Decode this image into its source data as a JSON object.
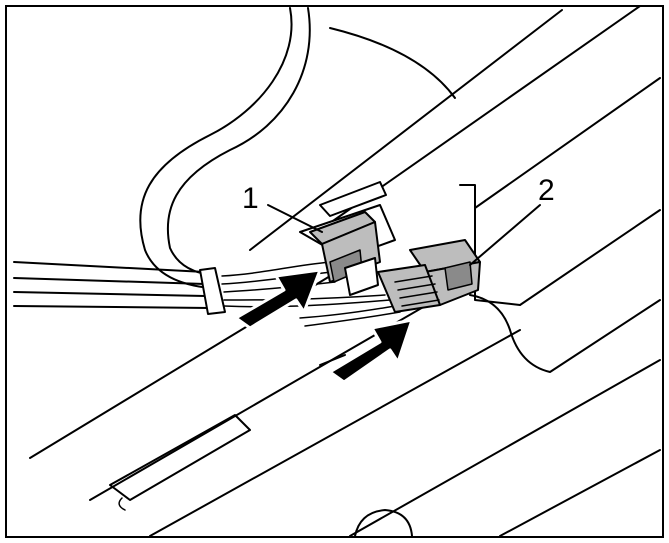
{
  "callouts": [
    {
      "id": "1",
      "label": "1"
    },
    {
      "id": "2",
      "label": "2"
    }
  ],
  "colors": {
    "line": "#000000",
    "background": "#ffffff",
    "connector_fill": "#bdbdbd",
    "arrow_fill": "#000000"
  },
  "icons": {
    "arrow_a": "push-arrow-icon",
    "arrow_b": "push-arrow-icon"
  }
}
